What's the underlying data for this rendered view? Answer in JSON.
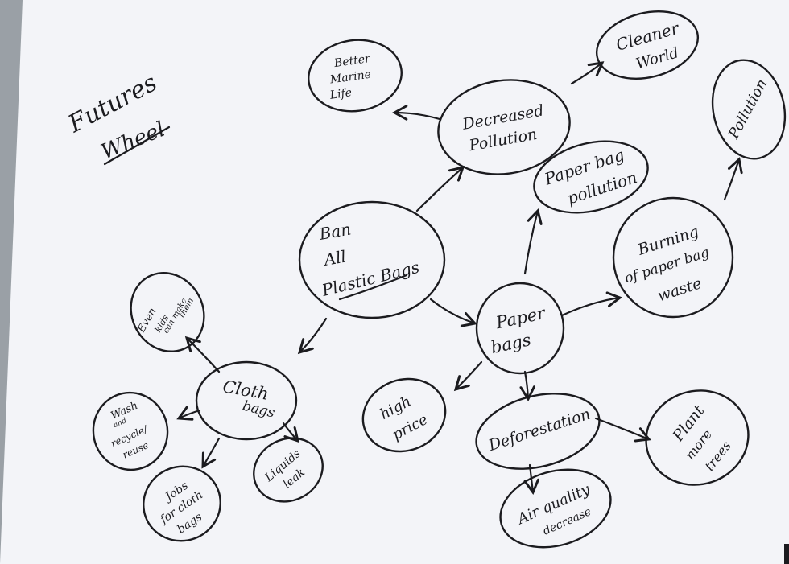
{
  "title": {
    "line1": "Futures",
    "line2": "Wheel"
  },
  "colors": {
    "paper": "#f3f4f8",
    "ink": "#1b1b1f",
    "background": "#9aa0a6"
  },
  "nodes": {
    "center": [
      "Ban",
      "All",
      "Plastic Bags"
    ],
    "decreased_pollution": [
      "Decreased",
      "Pollution"
    ],
    "better_marine_life": [
      "Better",
      "Marine",
      "Life"
    ],
    "cleaner_world": [
      "Cleaner",
      "World"
    ],
    "paper_bags": [
      "Paper",
      "bags"
    ],
    "paper_bag_pollution": [
      "Paper bag",
      "pollution"
    ],
    "burning_paper_bag_waste": [
      "Burning",
      "of paper bag",
      "waste"
    ],
    "pollution": [
      "Pollution"
    ],
    "high_price": [
      "high",
      "price"
    ],
    "deforestation": [
      "Deforestation"
    ],
    "air_quality": [
      "Air quality",
      "decrease"
    ],
    "plant_more_trees": [
      "Plant",
      "more",
      "trees"
    ],
    "cloth_bags": [
      "Cloth",
      "bags"
    ],
    "even_kids_can_make": [
      "Even",
      "kids",
      "can make",
      "them"
    ],
    "wash_recycle_reuse": [
      "Wash",
      "and",
      "recycle/",
      "reuse"
    ],
    "jobs_for_cloth_bags": [
      "Jobs",
      "for cloth",
      "bags"
    ],
    "liquids_leak": [
      "Liquids",
      "leak"
    ]
  }
}
